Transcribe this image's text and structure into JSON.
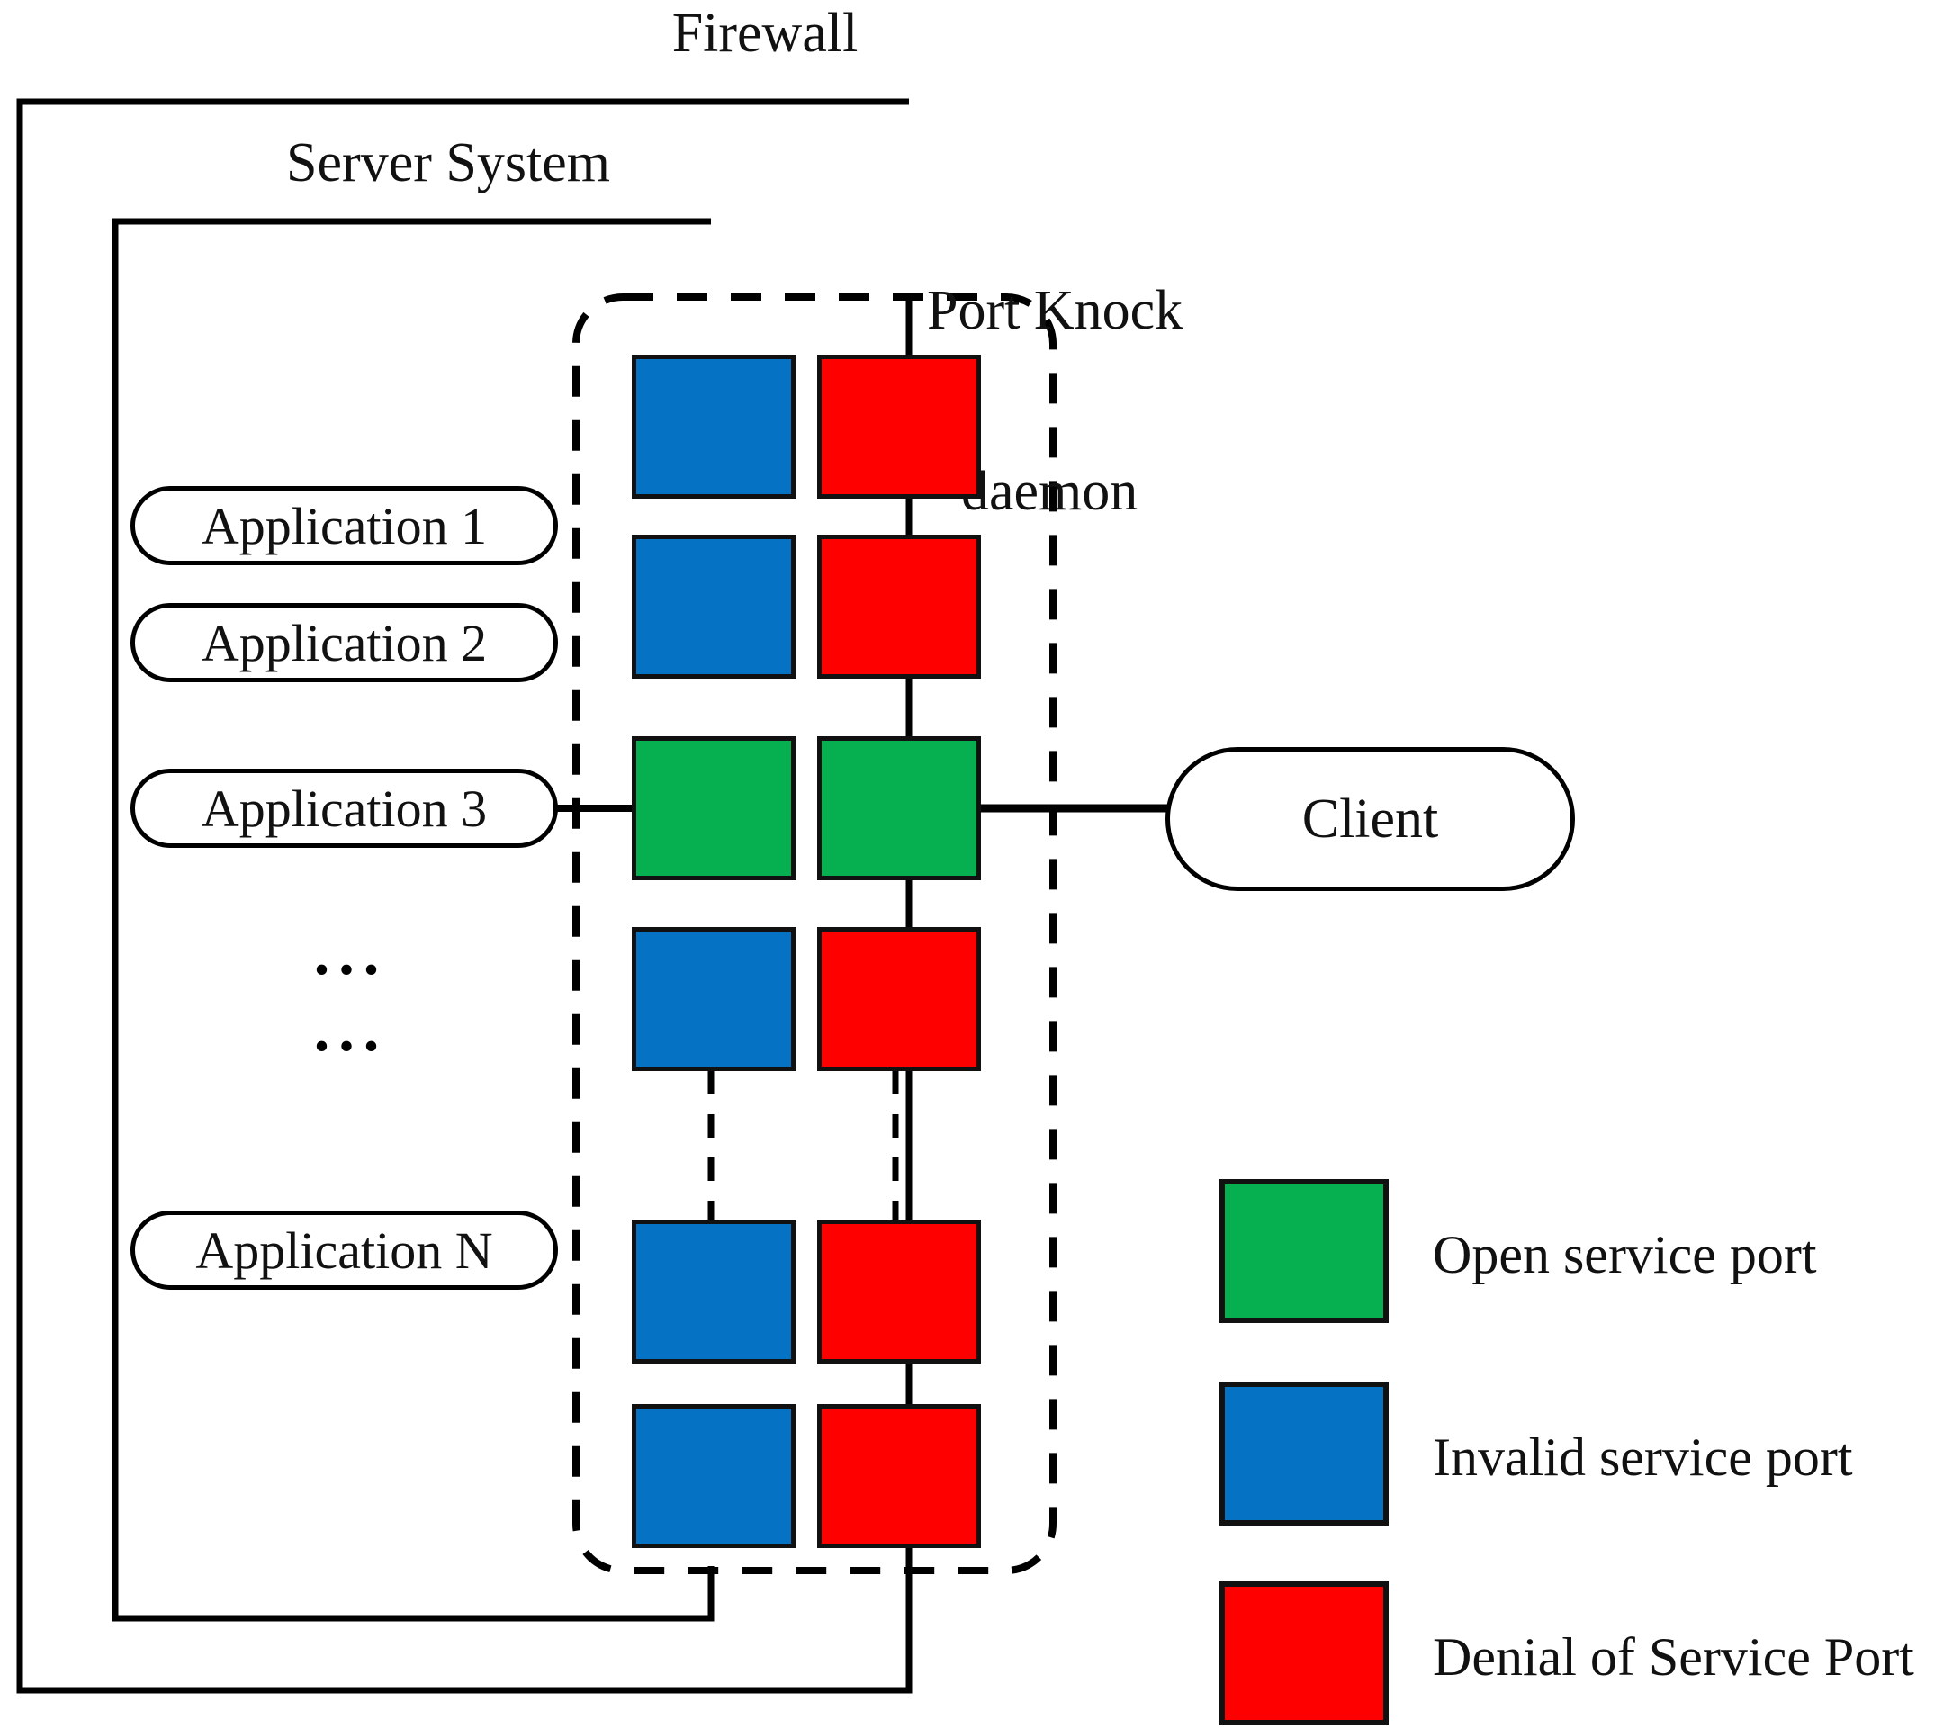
{
  "diagram": {
    "title_firewall": "Firewall",
    "title_server_system": "Server System",
    "port_knock_daemon_line1": "Port Knock",
    "port_knock_daemon_line2": "daemon",
    "client_label": "Client",
    "ellipsis_row1": "...",
    "ellipsis_row2": "...",
    "applications": [
      {
        "label": "Application 1"
      },
      {
        "label": "Application 2"
      },
      {
        "label": "Application 3"
      },
      {
        "label": "Application N"
      }
    ],
    "port_grid": {
      "columns": 2,
      "rows": [
        {
          "left": "invalid",
          "right": "denial"
        },
        {
          "left": "invalid",
          "right": "denial"
        },
        {
          "left": "open",
          "right": "open"
        },
        {
          "left": "invalid",
          "right": "denial"
        },
        {
          "left": "invalid",
          "right": "denial"
        },
        {
          "left": "invalid",
          "right": "denial"
        }
      ]
    },
    "legend": [
      {
        "color_key": "open",
        "color": "#06B051",
        "label": "Open service port"
      },
      {
        "color_key": "invalid",
        "color": "#0572C4",
        "label": "Invalid service port"
      },
      {
        "color_key": "denial",
        "color": "#FF0000",
        "label": "Denial of Service Port"
      }
    ],
    "colors": {
      "open": "#06B051",
      "invalid": "#0572C4",
      "denial": "#FF0000",
      "stroke": "#000000",
      "background": "#FFFFFF"
    }
  }
}
